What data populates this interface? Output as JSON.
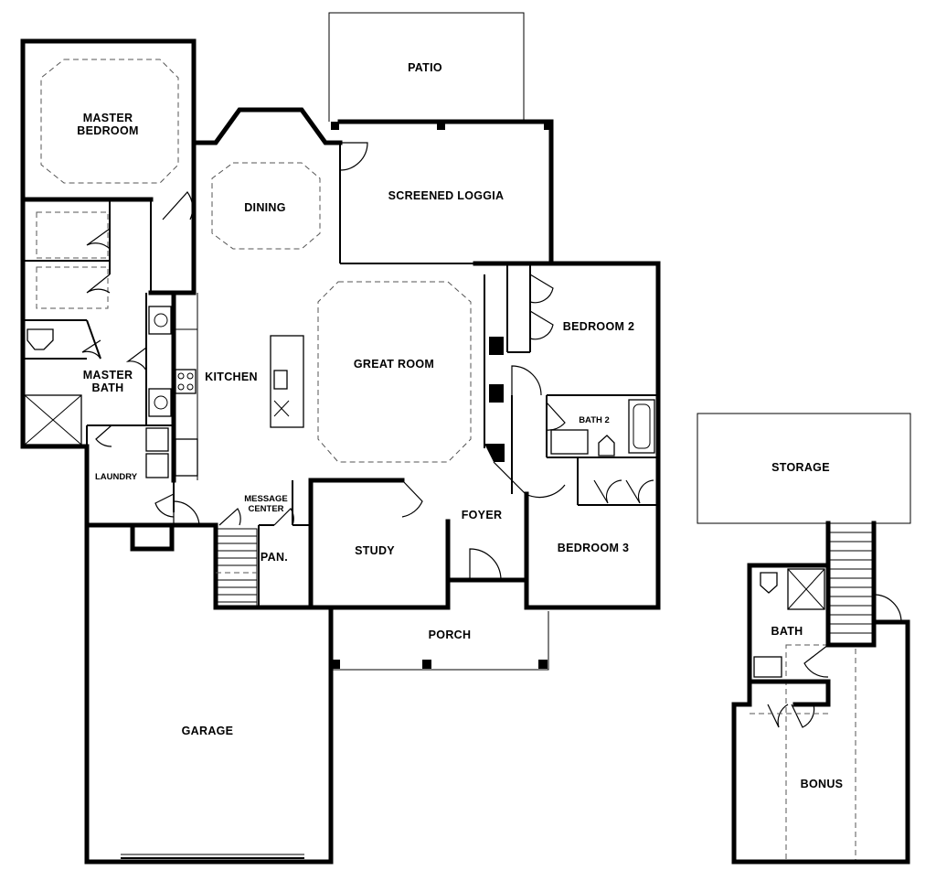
{
  "rooms": {
    "patio": "PATIO",
    "master_bedroom_line1": "MASTER",
    "master_bedroom_line2": "BEDROOM",
    "dining": "DINING",
    "screened_loggia": "SCREENED LOGGIA",
    "great_room": "GREAT ROOM",
    "bedroom2": "BEDROOM 2",
    "kitchen": "KITCHEN",
    "master_bath_line1": "MASTER",
    "master_bath_line2": "BATH",
    "bath2": "BATH 2",
    "laundry": "LAUNDRY",
    "message_center_line1": "MESSAGE",
    "message_center_line2": "CENTER",
    "foyer": "FOYER",
    "study": "STUDY",
    "bedroom3": "BEDROOM 3",
    "pantry": "PAN.",
    "porch": "PORCH",
    "garage": "GARAGE",
    "storage": "STORAGE",
    "bath": "BATH",
    "bonus": "BONUS"
  }
}
